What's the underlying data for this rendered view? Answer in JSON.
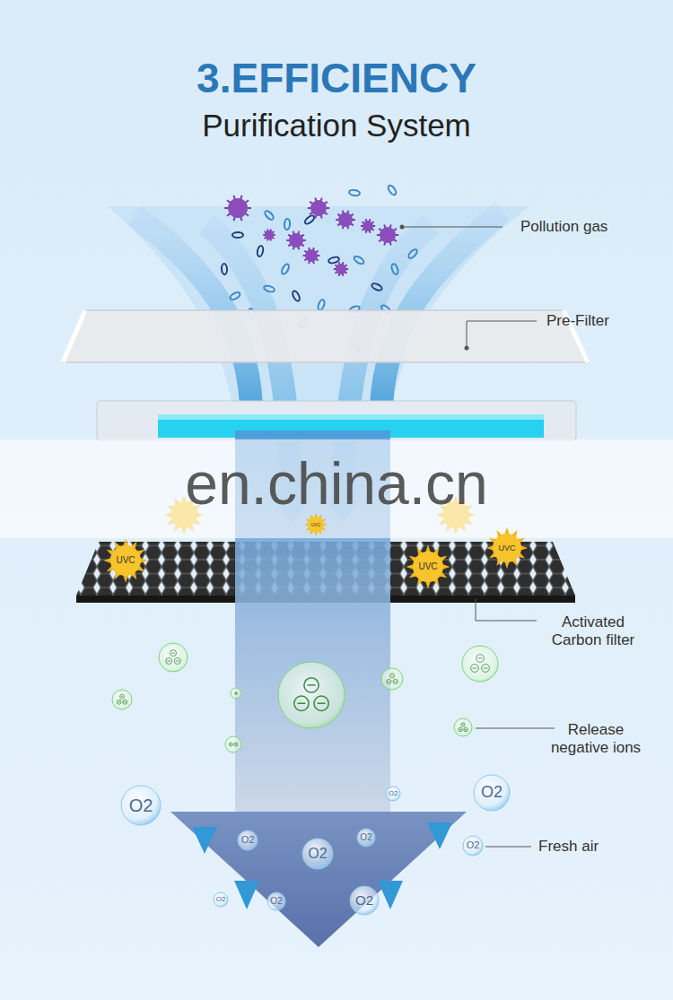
{
  "diagram": {
    "title": "3.EFFICIENCY",
    "labels": [
      "Purification System",
      "Pollution gas",
      "Pre-Filter",
      "en.china.cn",
      "UVC",
      "UVC",
      "UVC",
      "UVC",
      "Activated Carbon filter",
      "Release negative ions",
      "Fresh air",
      "O2",
      "O2",
      "O2",
      "O2",
      "O2",
      "O2",
      "O2",
      "O2",
      "O2",
      "O2"
    ]
  }
}
